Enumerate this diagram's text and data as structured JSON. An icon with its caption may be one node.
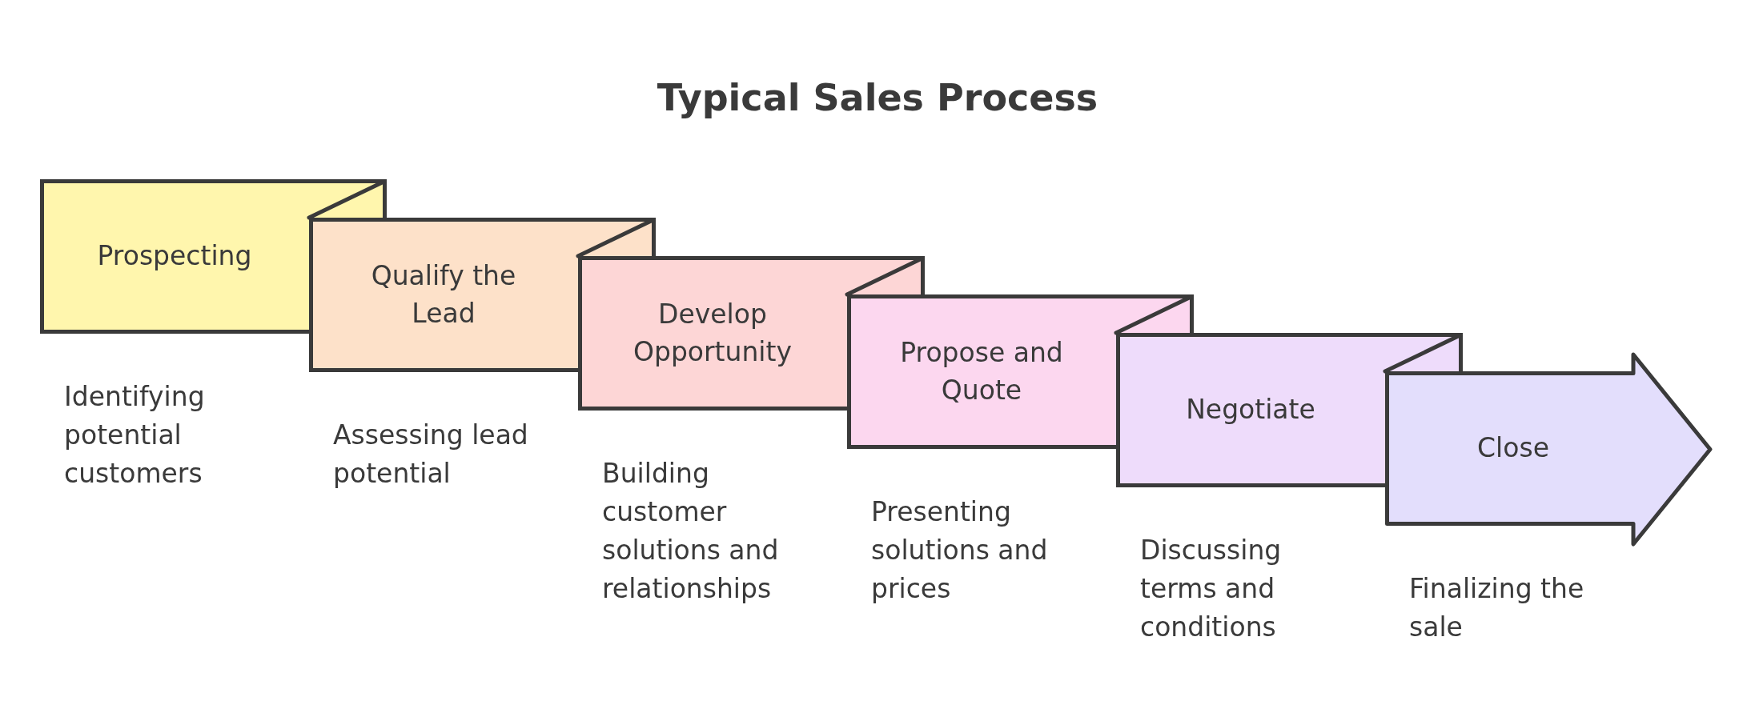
{
  "diagram": {
    "title": "Typical Sales Process",
    "nodes": [
      {
        "text": [
          "Prospecting"
        ],
        "beside": [
          "Identifying potential customers"
        ]
      },
      {
        "text": [
          "Qualify the Lead"
        ],
        "beside": [
          "Assessing lead potential"
        ]
      },
      {
        "text": [
          "Develop Opportunity"
        ],
        "beside": [
          "Building customer solutions and relationships"
        ]
      },
      {
        "text": [
          "Propose and Quote"
        ],
        "beside": [
          "Presenting solutions and prices"
        ]
      },
      {
        "text": [
          "Negotiate"
        ],
        "beside": [
          "Discussing terms and conditions"
        ]
      },
      {
        "text": [
          "Close"
        ],
        "beside": [
          "Finalizing the sale"
        ]
      }
    ]
  }
}
